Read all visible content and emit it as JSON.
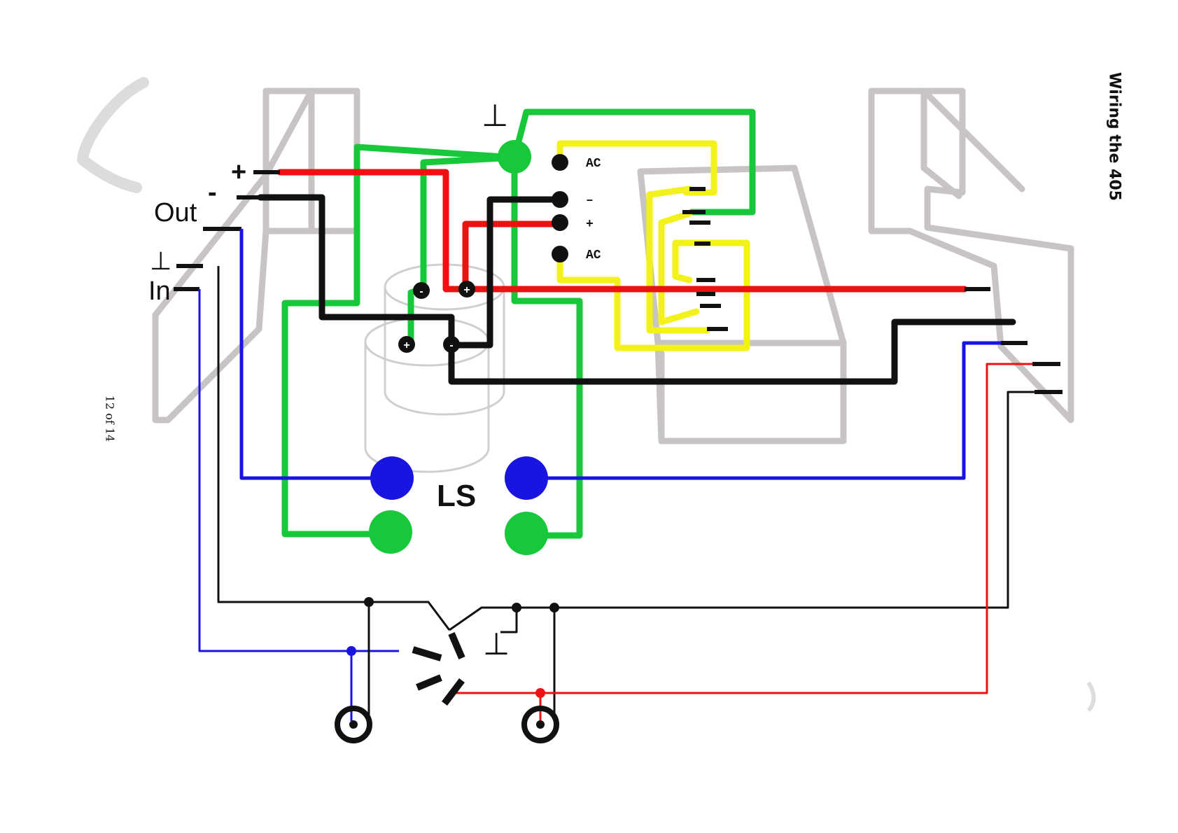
{
  "title": "Wiring the 405",
  "page_number": "12 of 14",
  "labels": {
    "out": "Out",
    "in": "In",
    "plus": "+",
    "minus": "-",
    "ground": "⊥",
    "ls": "LS"
  },
  "bridge_labels": {
    "ac_top": "AC",
    "minus": "–",
    "plus": "+",
    "ac_bottom": "AC"
  },
  "cap_labels": {
    "minus": "-",
    "plus": "+"
  },
  "colors": {
    "green": "#16c83a",
    "red": "#ee1111",
    "black": "#111111",
    "blue": "#1a14e0",
    "yellow": "#f2f21a",
    "ghost": "#c9c4c4",
    "ghost_cap": "#cfcfcf"
  }
}
